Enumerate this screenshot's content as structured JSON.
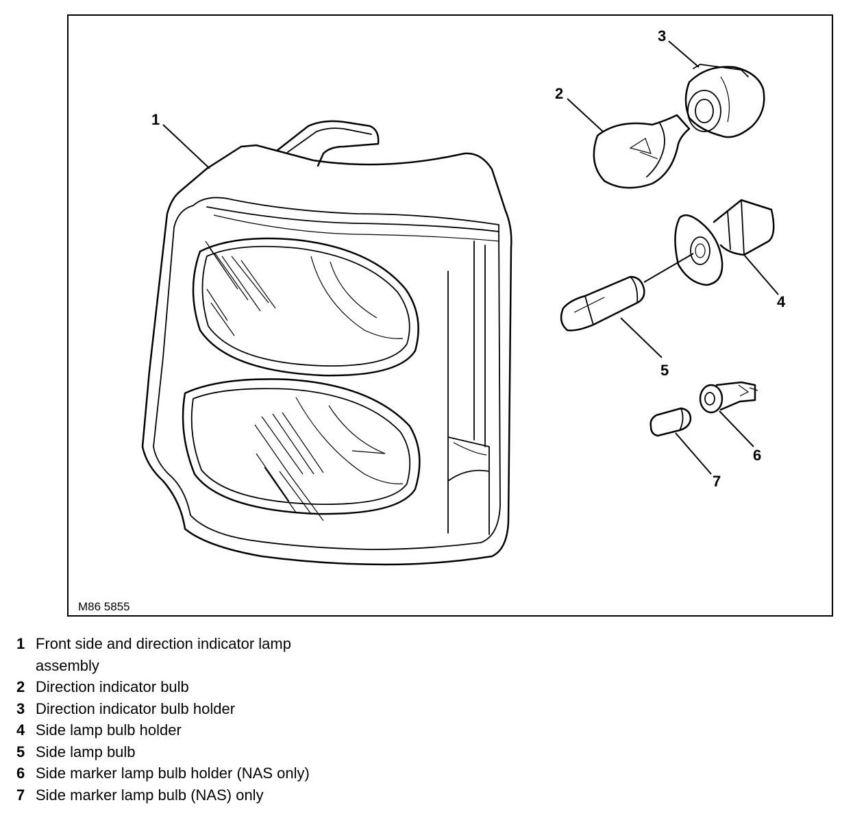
{
  "figure": {
    "code": "M86 5855",
    "callouts": [
      "1",
      "2",
      "3",
      "4",
      "5",
      "6",
      "7"
    ]
  },
  "legend": [
    {
      "num": "1",
      "text": "Front side and direction indicator lamp assembly"
    },
    {
      "num": "2",
      "text": "Direction indicator bulb"
    },
    {
      "num": "3",
      "text": "Direction indicator bulb holder"
    },
    {
      "num": "4",
      "text": "Side lamp bulb holder"
    },
    {
      "num": "5",
      "text": "Side lamp bulb"
    },
    {
      "num": "6",
      "text": "Side marker lamp bulb holder (NAS only)"
    },
    {
      "num": "7",
      "text": "Side marker lamp bulb (NAS) only"
    }
  ]
}
